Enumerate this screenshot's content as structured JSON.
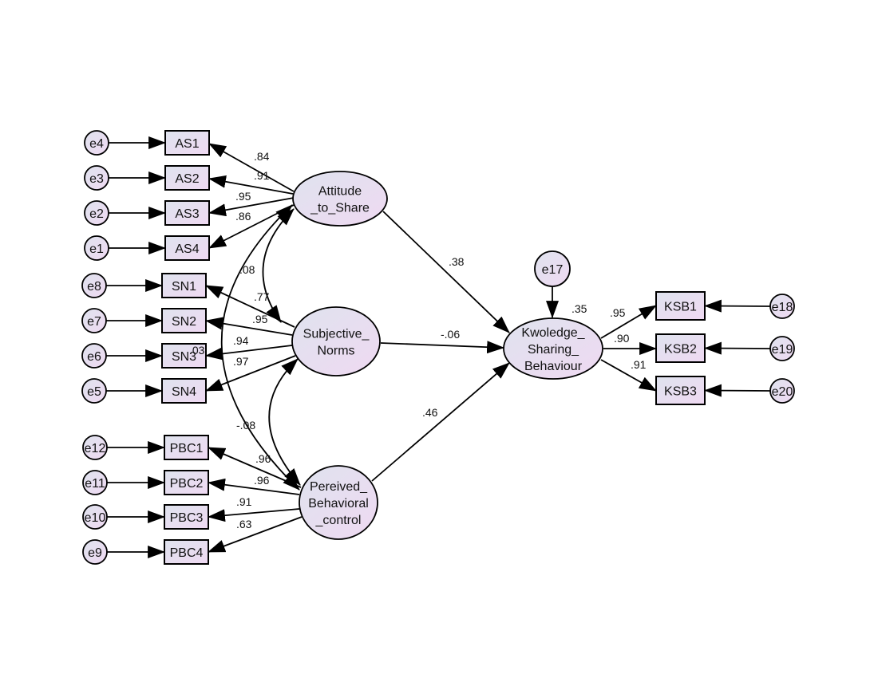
{
  "latents": {
    "att": [
      "Attitude",
      "_to_Share"
    ],
    "sn": [
      "Subjective_",
      "Norms"
    ],
    "pbc": [
      "Pereived_",
      "Behavioral",
      "_control"
    ],
    "ksb": [
      "Kwoledge_",
      "Sharing_",
      "Behaviour"
    ]
  },
  "indicators": {
    "as1": "AS1",
    "as2": "AS2",
    "as3": "AS3",
    "as4": "AS4",
    "sn1": "SN1",
    "sn2": "SN2",
    "sn3": "SN3",
    "sn4": "SN4",
    "pbc1": "PBC1",
    "pbc2": "PBC2",
    "pbc3": "PBC3",
    "pbc4": "PBC4",
    "ksb1": "KSB1",
    "ksb2": "KSB2",
    "ksb3": "KSB3"
  },
  "errors": {
    "e1": "e1",
    "e2": "e2",
    "e3": "e3",
    "e4": "e4",
    "e5": "e5",
    "e6": "e6",
    "e7": "e7",
    "e8": "e8",
    "e9": "e9",
    "e10": "e10",
    "e11": "e11",
    "e12": "e12",
    "e17": "e17",
    "e18": "e18",
    "e19": "e19",
    "e20": "e20"
  },
  "loadings": {
    "as1": ".84",
    "as2": ".91",
    "as3": ".95",
    "as4": ".86",
    "sn1": ".77",
    "sn2": ".95",
    "sn3": ".94",
    "sn4": ".97",
    "pbc1": ".96",
    "pbc2": ".96",
    "pbc3": ".91",
    "pbc4": ".63",
    "ksb1": ".95",
    "ksb2": ".90",
    "ksb3": ".91"
  },
  "paths": {
    "att_ksb": ".38",
    "sn_ksb": "-.06",
    "pbc_ksb": ".46"
  },
  "covariances": {
    "att_sn": ".08",
    "sn_pbc": ".03",
    "att_pbc": "-.08"
  },
  "r2": {
    "ksb": ".35"
  },
  "colors": {
    "fill_left": "#dfe3ee",
    "fill_right": "#efd9f2",
    "stroke": "#000000"
  }
}
